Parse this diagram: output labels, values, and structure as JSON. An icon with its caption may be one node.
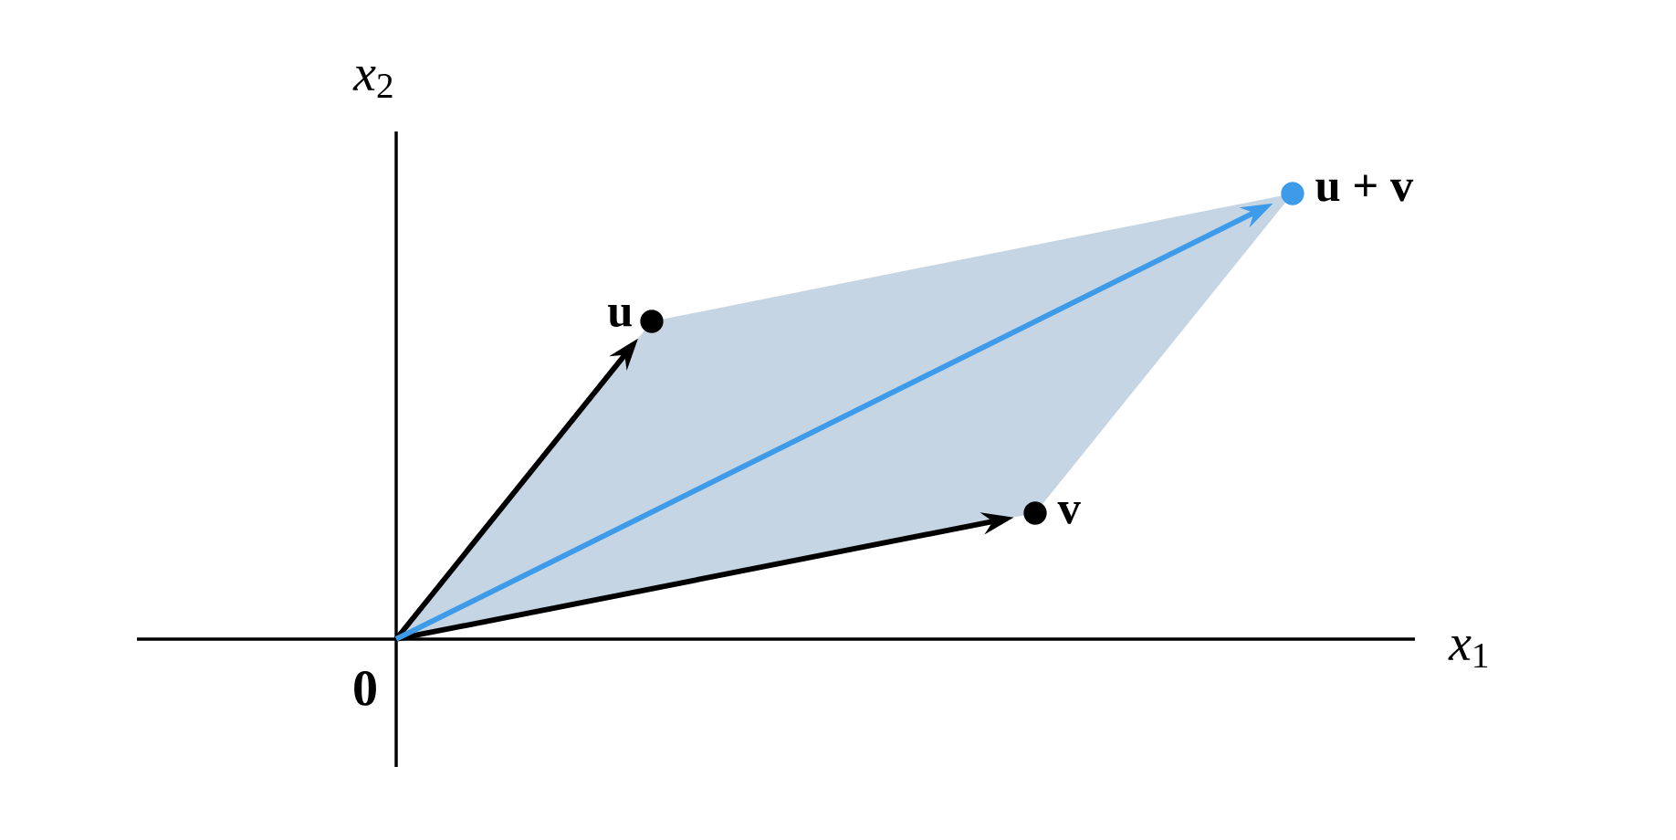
{
  "diagram": {
    "nodes": [
      {
        "text": [],
        "shape": "circle",
        "beside": [
          "u"
        ]
      },
      {
        "text": [],
        "shape": "circle",
        "beside": [
          "v"
        ]
      },
      {
        "text": [],
        "shape": "circle",
        "beside": [
          "u + v"
        ]
      }
    ],
    "edges": [
      {
        "from": null,
        "to": 0,
        "arrow": "to"
      },
      {
        "from": null,
        "to": 1,
        "arrow": "to"
      },
      {
        "from": null,
        "to": 2,
        "arrow": "to",
        "color": "#3d9be9"
      }
    ],
    "labels": [
      "*x*$_{2}$",
      "*x*$_{1}$",
      "0"
    ]
  }
}
